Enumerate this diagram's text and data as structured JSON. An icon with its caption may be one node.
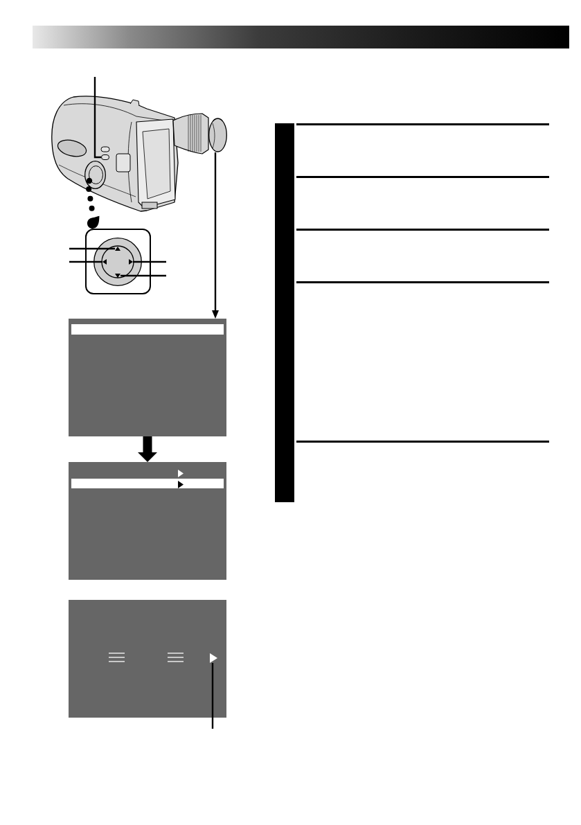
{
  "diagram": {
    "nodes": [
      {
        "text": [],
        "shape": "picture"
      },
      {
        "text": [],
        "shape": "picture"
      },
      {
        "text": [],
        "shape": "box",
        "in": 0
      },
      {
        "text": [],
        "shape": "circle",
        "in": 0
      },
      {
        "text": [],
        "shape": "box"
      },
      {
        "text": [],
        "shape": "triangle",
        "in": 4
      },
      {
        "text": [],
        "shape": "triangle",
        "in": 4
      },
      {
        "text": [],
        "shape": "triangle",
        "in": 4
      },
      {
        "text": [],
        "shape": "triangle",
        "in": 4
      },
      {
        "text": [],
        "shape": "box"
      },
      {
        "text": [],
        "shape": "box"
      },
      {
        "text": [],
        "shape": "box"
      },
      {
        "text": [],
        "shape": "triangle",
        "in": 11
      },
      {
        "text": [],
        "shape": "bar"
      }
    ],
    "edges": [
      {
        "from": null,
        "to": 2,
        "arrow": "none"
      },
      {
        "from": 3,
        "to": 4,
        "arrow": "to",
        "style": "dashed"
      },
      {
        "from": null,
        "to": 5,
        "arrow": "none"
      },
      {
        "from": null,
        "to": 6,
        "arrow": "none"
      },
      {
        "from": null,
        "to": 7,
        "arrow": "none"
      },
      {
        "from": null,
        "to": 8,
        "arrow": "none"
      },
      {
        "from": 1,
        "to": 9,
        "arrow": "to"
      },
      {
        "from": 9,
        "to": 10,
        "arrow": "to",
        "style": "thick"
      },
      {
        "from": null,
        "to": 12,
        "arrow": "none"
      }
    ]
  }
}
